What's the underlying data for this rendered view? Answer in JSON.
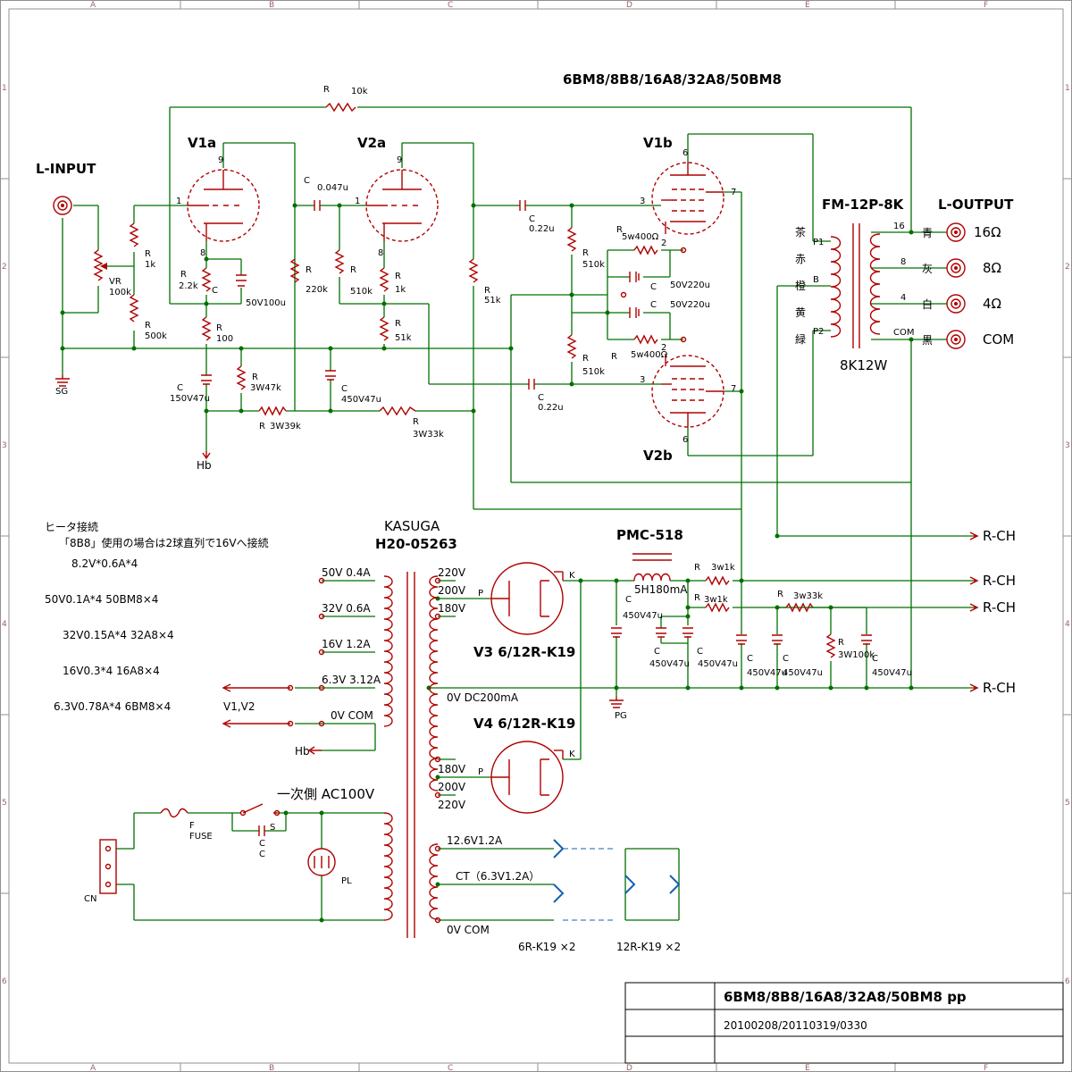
{
  "title": "6BM8/8B8/16A8/32A8/50BM8",
  "title_block": {
    "title": "6BM8/8B8/16A8/32A8/50BM8 pp",
    "dates": "20100208/20110319/0330"
  },
  "grid": {
    "cols": [
      "A",
      "B",
      "C",
      "D",
      "E",
      "F"
    ],
    "rows": [
      "1",
      "2",
      "3",
      "4",
      "5",
      "6"
    ]
  },
  "tubes": {
    "v1a": "V1a",
    "v2a": "V2a",
    "v1b": "V1b",
    "v2b": "V2b",
    "v3": "V3  6/12R-K19",
    "v4": "V4  6/12R-K19"
  },
  "pins": {
    "p9": "9",
    "p1": "1",
    "p8": "8",
    "p3": "3",
    "p7": "7",
    "p6": "6",
    "p2": "2",
    "pk": "K",
    "pp": "P"
  },
  "labels": {
    "l_input": "L-INPUT",
    "l_output": "L-OUTPUT",
    "sg": "SG",
    "pg": "PG",
    "hb": "Hb",
    "v1v2": "V1,V2",
    "rch": "R-CH",
    "cn": "CN",
    "pl": "PL",
    "fuse_f": "F",
    "fuse": "FUSE",
    "sw_s": "S",
    "primary": "一次側  AC100V",
    "heater_title": "ヒータ接続",
    "heater_note": "「8B8」使用の場合は2球直列で16Vへ接続",
    "rect6": "6R-K19 ×2",
    "rect12": "12R-K19 ×2"
  },
  "heater_table": [
    "8.2V*0.6A*4",
    "50V0.1A*4    50BM8×4",
    "32V0.15A*4   32A8×4",
    "16V0.3*4       16A8×4",
    "6.3V0.78A*4  6BM8×4"
  ],
  "output_transformer": {
    "name": "FM-12P-8K",
    "rating": "8K12W",
    "primary_colors": [
      "茶",
      "赤",
      "橙",
      "黄",
      "緑"
    ],
    "primary_taps": [
      "P1",
      "B",
      "P2"
    ],
    "secondary_taps": [
      "16",
      "8",
      "4",
      "COM"
    ],
    "secondary_colors": [
      "青",
      "灰",
      "白",
      "黒"
    ],
    "speakers": [
      "16Ω",
      "8Ω",
      "4Ω",
      "COM"
    ]
  },
  "power_transformer": {
    "maker": "KASUGA",
    "model": "H20-05263",
    "left_windings": [
      "50V 0.4A",
      "32V 0.6A",
      "16V 1.2A",
      "6.3V 3.12A",
      "0V   COM"
    ],
    "hv_top": [
      "220V",
      "200V",
      "180V"
    ],
    "hv_bottom": [
      "180V",
      "200V",
      "220V"
    ],
    "center": "0V DC200mA",
    "heater_sec": [
      "12.6V1.2A",
      "CT（6.3V1.2A）",
      "0V    COM"
    ]
  },
  "choke": {
    "name": "PMC-518",
    "rating": "5H180mA"
  },
  "components": {
    "r_fb": "R",
    "r_fb_v": "10k",
    "vr": "VR",
    "vr_v": "100k",
    "r1k_a": "R",
    "r1k_a_v": "1k",
    "r500k": "R",
    "r500k_v": "500k",
    "rk1": "R",
    "rk1_v": "2.2k",
    "ck1": "C",
    "ck1_v": "50V100u",
    "r220k": "R",
    "r220k_v": "220k",
    "r100": "R",
    "r100_v": "100",
    "c150": "C",
    "c150_v": "150V47u",
    "r3w47k": "R",
    "r3w47k_v": "3W47k",
    "r3w39k": "R",
    "r3w39k_v": "3W39k",
    "c_coup1": "C",
    "c_coup1_v": "0.047u",
    "r510k_a": "R",
    "r510k_a_v": "510k",
    "r1k_b": "R",
    "r1k_b_v": "1k",
    "r51k_a": "R",
    "r51k_a_v": "51k",
    "c450_a": "C",
    "c450_a_v": "450V47u",
    "r3w33k": "R",
    "r3w33k_v": "3W33k",
    "r51k_b": "R",
    "r51k_b_v": "51k",
    "c022_a": "C",
    "c022_a_v": "0.22u",
    "c022_b": "C",
    "c022_b_v": "0.22u",
    "r510k_b": "R",
    "r510k_b_v": "510k",
    "r510k_c": "R",
    "r510k_c_v": "510k",
    "r5w_a": "R",
    "r5w_a_v": "5w400Ω",
    "r5w_b": "R",
    "r5w_b_v": "5w400Ω",
    "c220_a": "C",
    "c220_a_v": "50V220u",
    "c220_b": "C",
    "c220_b_v": "50V220u",
    "r3w1k_a": "R",
    "r3w1k_a_v": "3w1k",
    "r3w1k_b": "R",
    "r3w1k_b_v": "3w1k",
    "r3w33k_b": "R",
    "r3w33k_b_v": "3w33k",
    "r3w100k": "R",
    "r3w100k_v": "3W100k",
    "cf1": "C",
    "cf1_v": "450V47u",
    "cf2": "C",
    "cf2_v": "450V47u",
    "cf3": "C",
    "cf3_v": "450V47u",
    "cf4": "C",
    "cf4_v": "450V47u",
    "cf5": "C",
    "cf5_v": "450V47u",
    "cf6": "C",
    "cf6_v": "450V47u",
    "c_sw": "C",
    "c_sw2": "C"
  }
}
